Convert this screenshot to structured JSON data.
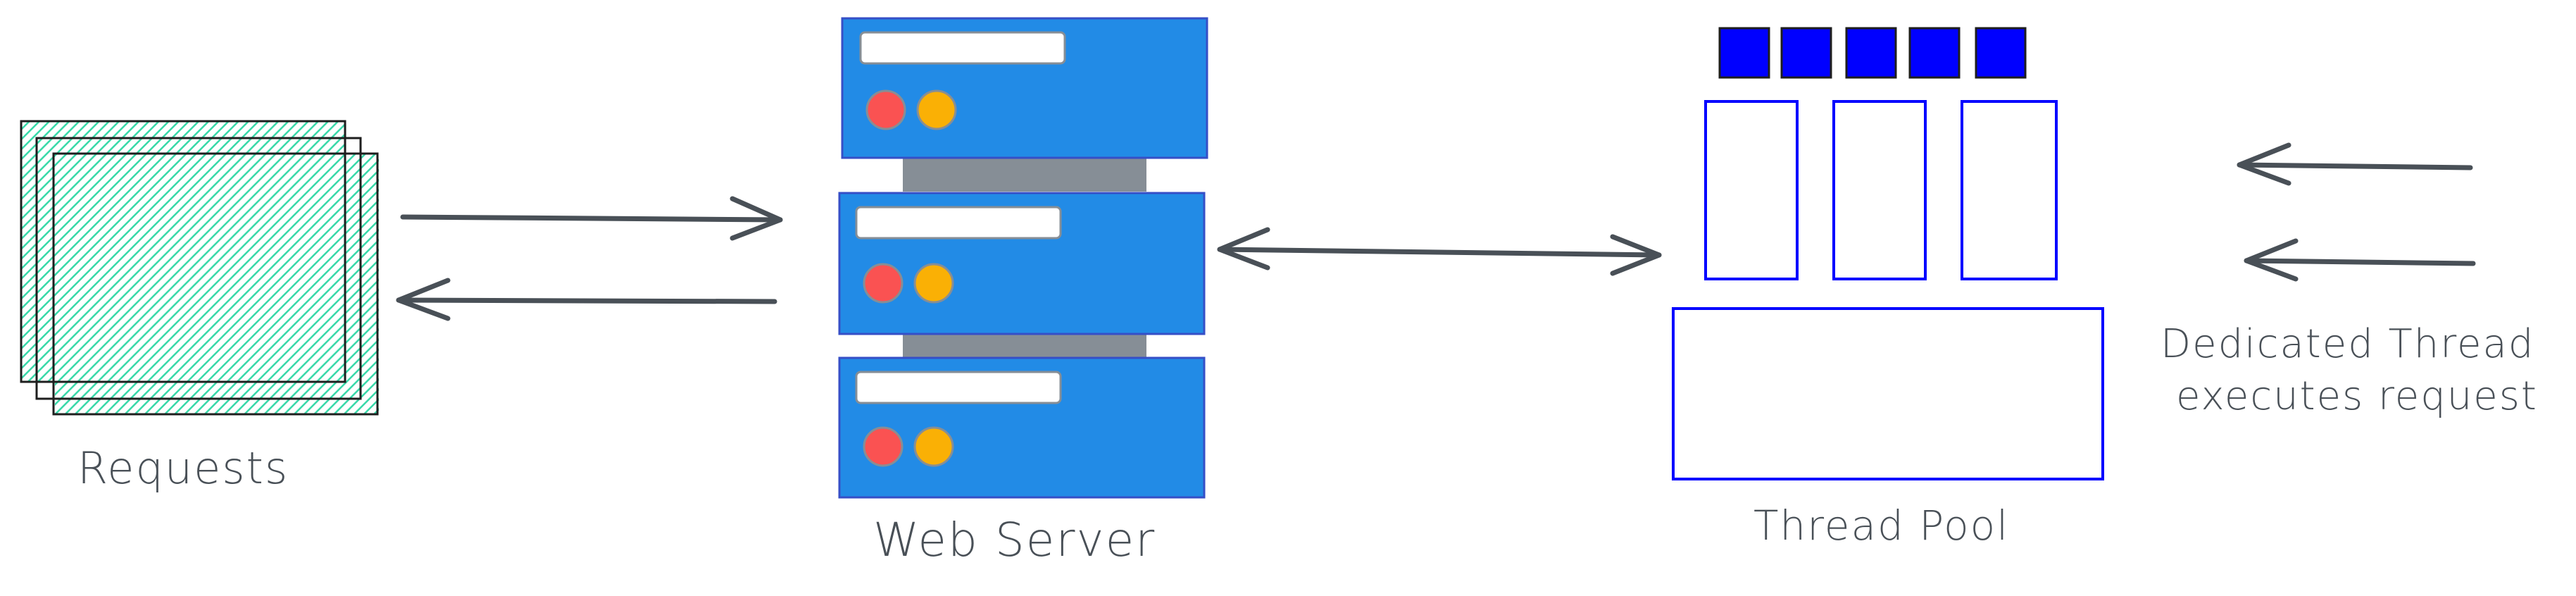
{
  "labels": {
    "requests": "Requests",
    "web_server": "Web Server",
    "thread_pool": "Thread Pool",
    "dedicated_line1": "Dedicated Thread",
    "dedicated_line2": "executes request"
  },
  "icons": {
    "requests": "stacked-documents-icon",
    "web_server": "server-rack-icon",
    "queue": "task-queue-icon",
    "thread_pool": "thread-pool-icon"
  },
  "colors": {
    "stroke": "#495057",
    "requests_fill": "#38d9a9",
    "server_blue": "#228be6",
    "server_connector": "#868e96",
    "led_red": "#fa5252",
    "led_orange": "#fab005",
    "pool_blue": "#0000ff"
  }
}
